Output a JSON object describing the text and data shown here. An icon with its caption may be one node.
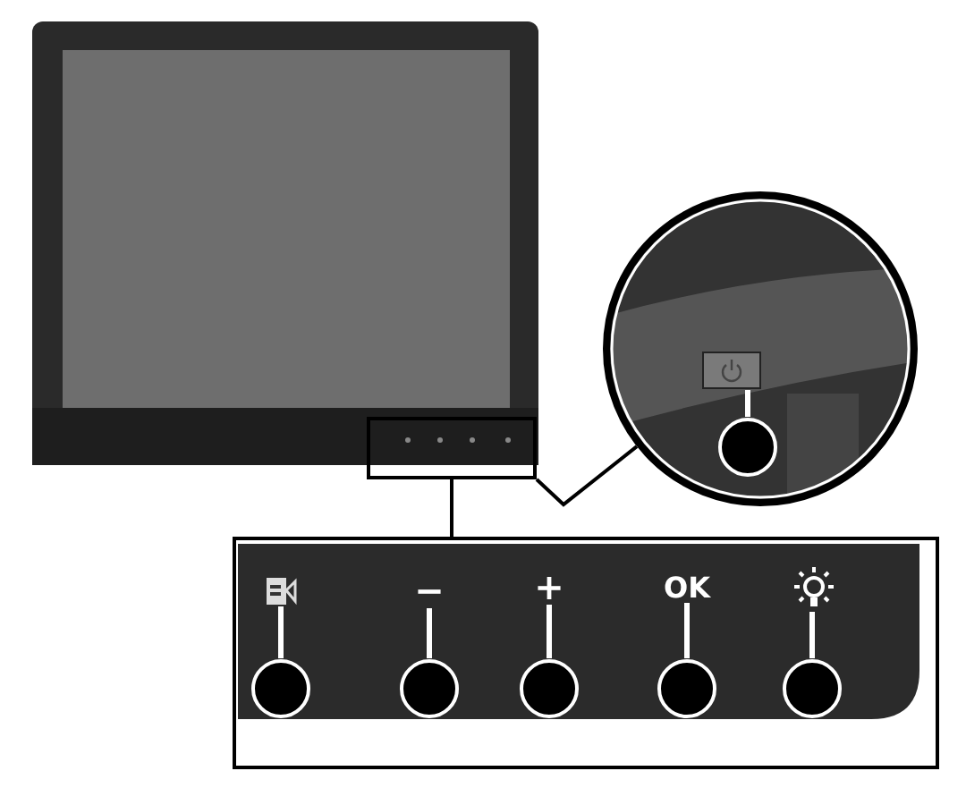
{
  "diagram": {
    "nodes": [
      {
        "text": [],
        "shape": "box"
      },
      {
        "text": [],
        "shape": "picture"
      },
      {
        "text": [],
        "shape": "button",
        "in": 1
      },
      {
        "text": [],
        "shape": "circle",
        "in": 1
      },
      {
        "text": [],
        "shape": "box"
      },
      {
        "text": [],
        "shape": "icon",
        "in": 4
      },
      {
        "text": [
          "−"
        ],
        "in": 4
      },
      {
        "text": [
          "+"
        ],
        "in": 4
      },
      {
        "text": [
          "OK"
        ],
        "in": 4
      },
      {
        "text": [],
        "shape": "sun",
        "in": 4
      },
      {
        "text": [],
        "shape": "circle",
        "in": 4
      },
      {
        "text": [],
        "shape": "circle",
        "in": 4
      },
      {
        "text": [],
        "shape": "circle",
        "in": 4
      },
      {
        "text": [],
        "shape": "circle",
        "in": 4
      },
      {
        "text": [],
        "shape": "circle",
        "in": 4
      }
    ],
    "edges": [
      {
        "from": 0,
        "to": 4,
        "arrow": "none",
        "color": "#000000"
      },
      {
        "from": 0,
        "to": 1,
        "arrow": "none",
        "color": "#000000"
      },
      {
        "from": 3,
        "to": 2,
        "arrow": "none"
      },
      {
        "from": 10,
        "to": 5,
        "arrow": "none"
      },
      {
        "from": 11,
        "to": 6,
        "arrow": "none"
      },
      {
        "from": 12,
        "to": 7,
        "arrow": "none"
      },
      {
        "from": 13,
        "to": 8,
        "arrow": "none"
      },
      {
        "from": 14,
        "to": 9,
        "arrow": "none"
      }
    ]
  }
}
